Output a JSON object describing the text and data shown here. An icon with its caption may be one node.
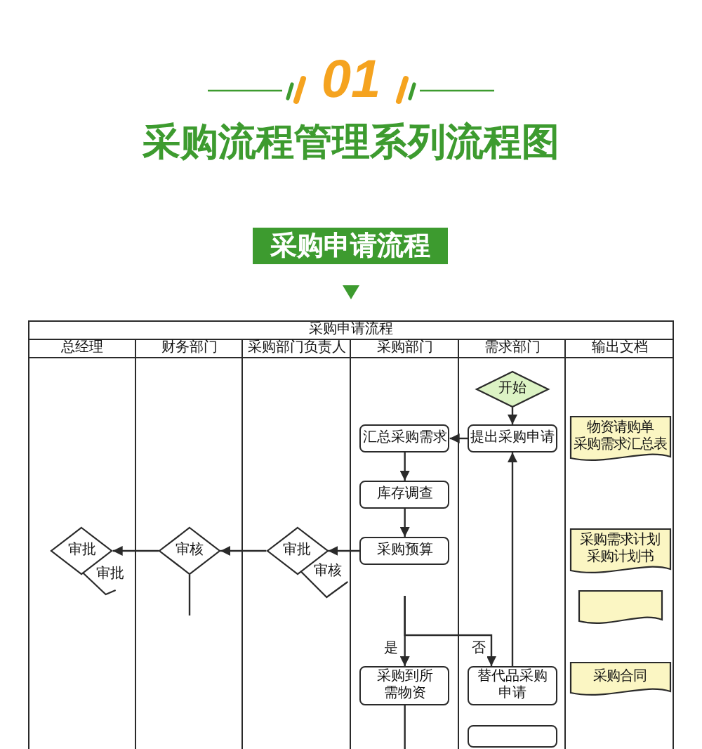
{
  "diagram": {
    "title": "采购流程管理系列流程图",
    "nodes": [
      {
        "text": [
          "采购申请流程"
        ]
      },
      {
        "text": [
          "总经理"
        ],
        "in": 0
      },
      {
        "text": [
          "财务部门"
        ],
        "in": 0
      },
      {
        "text": [
          "采购部门负责人"
        ],
        "in": 0
      },
      {
        "text": [
          "采购部门"
        ],
        "in": 0
      },
      {
        "text": [
          "需求部门"
        ],
        "in": 0
      },
      {
        "text": [
          "输出文档"
        ],
        "in": 0
      },
      {
        "text": [
          "开始"
        ],
        "in": 5
      },
      {
        "text": [
          "汇总采购需求"
        ],
        "in": 4
      },
      {
        "text": [
          "提出采购申请"
        ],
        "in": 5
      },
      {
        "text": [
          "物资请购单",
          "采购需求汇总表"
        ],
        "in": 6
      },
      {
        "text": [
          "库存调查"
        ],
        "in": 4
      },
      {
        "text": [
          "审批"
        ],
        "in": 1
      },
      {
        "text": [
          "审核"
        ],
        "in": 2
      },
      {
        "text": [
          "审批"
        ],
        "in": 3
      },
      {
        "text": [
          "采购预算"
        ],
        "in": 4
      },
      {
        "text": [
          "采购需求计划",
          "采购计划书"
        ],
        "in": 6
      },
      {
        "text": [],
        "shape": "document",
        "in": 6
      },
      {
        "text": [
          "采购到所需物资"
        ],
        "in": 4
      },
      {
        "text": [
          "替代品采购申请"
        ],
        "in": 5
      },
      {
        "text": [
          "采购合同"
        ],
        "in": 6
      },
      {
        "text": [],
        "shape": "box",
        "in": 5
      }
    ],
    "edges": [
      {
        "from": 7,
        "to": 9,
        "arrow": "to"
      },
      {
        "from": 9,
        "to": 8,
        "arrow": "to"
      },
      {
        "from": 8,
        "to": 11,
        "arrow": "to"
      },
      {
        "from": 11,
        "to": 15,
        "arrow": "to"
      },
      {
        "from": 15,
        "to": 14,
        "arrow": "to"
      },
      {
        "from": 14,
        "to": 13,
        "arrow": "to"
      },
      {
        "from": 13,
        "to": 12,
        "arrow": "to"
      },
      {
        "from": null,
        "to": 18,
        "arrow": "to",
        "label": "是"
      },
      {
        "from": null,
        "to": 19,
        "arrow": "to",
        "label": "否"
      },
      {
        "from": 19,
        "to": 9,
        "arrow": "to"
      },
      {
        "from": 13,
        "to": null,
        "arrow": "none"
      },
      {
        "from": 18,
        "to": null,
        "arrow": "none"
      }
    ],
    "labels": [
      "01",
      "采购申请流程",
      "审批",
      "审核"
    ]
  }
}
